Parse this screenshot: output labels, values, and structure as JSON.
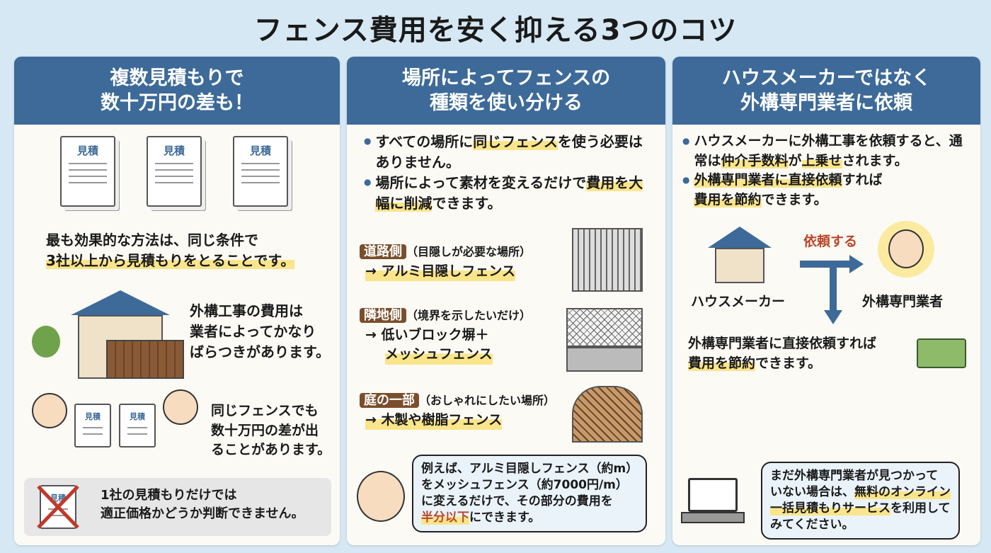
{
  "title": "フェンス費用を安く抑える3つのコツ",
  "col1": {
    "head": [
      "複数見積もりで",
      "数十万円の差も！"
    ],
    "doc_label": "見積",
    "text1": [
      "最も効果的な方法は、同じ条件で",
      "3社以上から見積もりをとることです。"
    ],
    "text2": [
      "外構工事の費用は",
      "業者によってかなり",
      "ばらつきがあります。"
    ],
    "text3": [
      "同じフェンスでも",
      "数十万円の差が出",
      "ることがあります。"
    ],
    "warn": [
      "1社の見積もりだけでは",
      "適正価格かどうか判断できません。"
    ],
    "warn_doc_label": "見積"
  },
  "col2": {
    "head": [
      "場所によってフェンスの",
      "種類を使い分ける"
    ],
    "bullets": [
      [
        "すべての場所に",
        "同じフェンス",
        "を使う必要はありません。"
      ],
      [
        "場所によって素材を変えるだけで",
        "費用を大幅に削減",
        "できます。"
      ]
    ],
    "items": [
      {
        "tag": "道路側",
        "note": "（目隠しが必要な場所）",
        "result": "→ アルミ目隠しフェンス"
      },
      {
        "tag": "隣地側",
        "note": "（境界を示したいだけ）",
        "result": "→ 低いブロック塀＋",
        "result2": "メッシュフェンス"
      },
      {
        "tag": "庭の一部",
        "note": "（おしゃれにしたい場所）",
        "result": "→ 木製や樹脂フェンス"
      }
    ],
    "bubble": [
      "例えば、アルミ目隠しフェンス（約m）",
      "をメッシュフェンス（約7000円/m）",
      "に変えるだけで、その部分の費用を",
      "半分以下",
      "にできます。"
    ]
  },
  "col3": {
    "head": [
      "ハウスメーカーではなく",
      "外構専門業者に依頼"
    ],
    "bullets": [
      [
        "ハウスメーカーに外構工事を依頼すると、通常は",
        "仲介手数料",
        "が",
        "上乗せ",
        "されます。"
      ],
      [
        "外構専門業者に直接依頼",
        "すれば",
        "費用を節約",
        "できます。"
      ]
    ],
    "arrow_label": "依頼する",
    "house_label": "ハウスメーカー",
    "worker_label": "外構専門業者",
    "result": [
      "外構専門業者に直接依頼すれば",
      "費用を節約",
      "できます。"
    ],
    "bubble": [
      "まだ外構専門業者が見つかって",
      "いない場合は、",
      "無料のオンライン",
      "一括見積もりサービス",
      "を利用して",
      "みてください。"
    ]
  }
}
